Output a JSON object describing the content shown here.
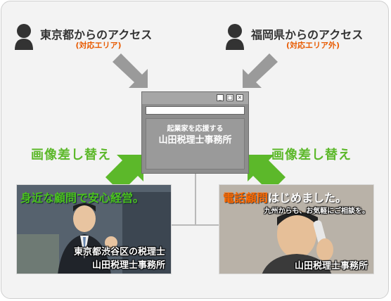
{
  "top_left": {
    "title": "東京都からのアクセス",
    "area": "(対応エリア)"
  },
  "top_right": {
    "title": "福岡県からのアクセス",
    "area": "(対応エリア外)"
  },
  "window": {
    "subtitle": "起業家を応援する",
    "title": "山田税理士事務所"
  },
  "swap_left": "画像差し替え",
  "swap_right": "画像差し替え",
  "photo_left": {
    "headline": "身近な顧問で安心経営。",
    "caption_line1": "東京都渋谷区の税理士",
    "caption_line2": "山田税理士事務所"
  },
  "photo_right": {
    "headline_accent": "電話顧問",
    "headline_rest": "はじめました。",
    "subline": "九州からも、お気軽にご相談を。",
    "caption": "山田税理士事務所"
  },
  "colors": {
    "accent_green": "#5cb82a",
    "accent_orange": "#e85a00",
    "arrow_gray": "#9a9a9a",
    "window_gray": "#8d8d8d"
  },
  "icons": [
    "person-icon",
    "arrow-icon",
    "minimize-icon",
    "restore-icon",
    "close-icon"
  ]
}
